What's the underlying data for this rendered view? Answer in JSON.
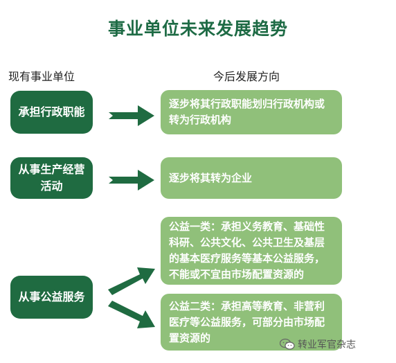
{
  "title": "事业单位未来发展趋势",
  "headers": {
    "left": "现有事业单位",
    "right": "今后发展方向"
  },
  "categories": [
    {
      "label": "承担行政职能"
    },
    {
      "label": "从事生产经营活动"
    },
    {
      "label": "从事公益服务"
    }
  ],
  "directions": [
    {
      "text": "逐步将其行政职能划归行政机构或转为行政机构"
    },
    {
      "text": "逐步将其转为企业"
    },
    {
      "text": "公益一类：承担义务教育、基础性科研、公共文化、公共卫生及基层的基本医疗服务等基本公益服务，不能或不宜由市场配置资源的"
    },
    {
      "text": "公益二类：承担高等教育、非营利医疗等公益服务，可部分由市场配置资源的"
    }
  ],
  "watermark": {
    "text": "转业军官杂志",
    "icon": "wechat-icon"
  },
  "colors": {
    "title": "#1e6b45",
    "left_box": "#1f6b41",
    "right_box": "#90c07a",
    "arrow": "#1f6b41"
  }
}
